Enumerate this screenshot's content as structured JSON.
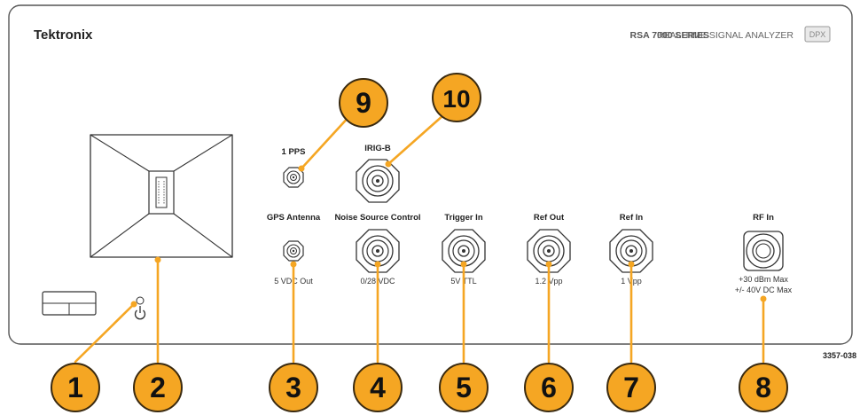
{
  "header": {
    "brand": "Tektronix",
    "model_series": "RSA 7000 SERIES",
    "model_desc": "REAL-TIME SIGNAL ANALYZER",
    "badge": "DPX"
  },
  "connectors": {
    "pps": {
      "label": "1 PPS"
    },
    "irig": {
      "label": "IRIG-B"
    },
    "gps": {
      "label": "GPS Antenna",
      "sublabel": "5 VDC Out"
    },
    "noise": {
      "label": "Noise Source Control",
      "sublabel": "0/28 VDC"
    },
    "trigger": {
      "label": "Trigger In",
      "sublabel": "5V TTL"
    },
    "refout": {
      "label": "Ref Out",
      "sublabel": "1.2 Vpp"
    },
    "refin": {
      "label": "Ref In",
      "sublabel": "1 Vpp"
    },
    "rfin": {
      "label": "RF In",
      "sublabel1": "+30 dBm Max",
      "sublabel2": "+/- 40V DC Max"
    }
  },
  "callouts": [
    "1",
    "2",
    "3",
    "4",
    "5",
    "6",
    "7",
    "8",
    "9",
    "10"
  ],
  "figure_id": "3357-038",
  "colors": {
    "callout_fill": "#f5a623",
    "callout_stroke": "#3a2a10",
    "leader_line": "#f5a623",
    "panel_stroke": "#555555",
    "connector_stroke": "#333333"
  },
  "icons": {
    "power": "power-icon",
    "led": "power-led-icon"
  }
}
